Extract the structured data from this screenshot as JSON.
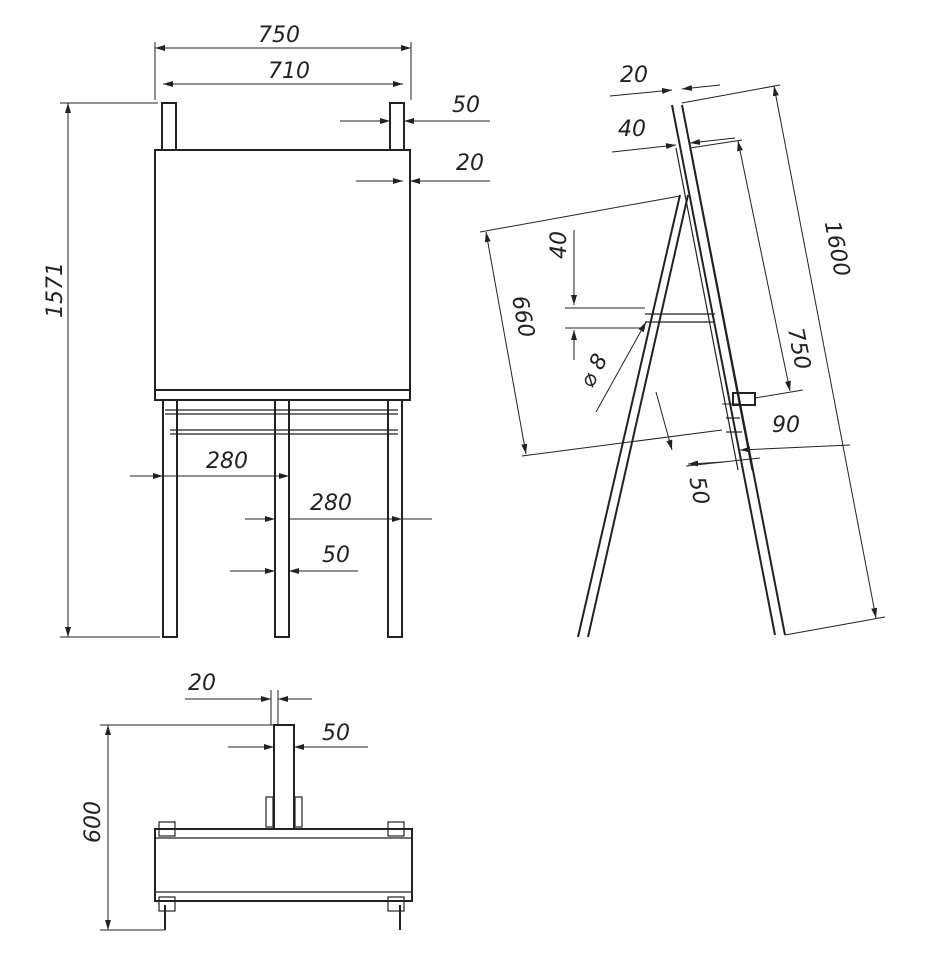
{
  "front_view": {
    "width_outer": "750",
    "width_inner": "710",
    "post_width": "50",
    "post_offset": "20",
    "height": "1571",
    "leg_spacing_left": "280",
    "leg_spacing_right": "280",
    "leg_width": "50"
  },
  "side_view": {
    "top_offset": "20",
    "clamp_offset": "40",
    "overall_length": "1600",
    "ledge_height": "40",
    "rear_leg_length": "660",
    "rod_diameter": "⌀ 8",
    "board_height": "750",
    "ledge_depth": "90",
    "hinge_width": "50"
  },
  "top_view": {
    "post_depth": "20",
    "post_width": "50",
    "depth": "600"
  }
}
